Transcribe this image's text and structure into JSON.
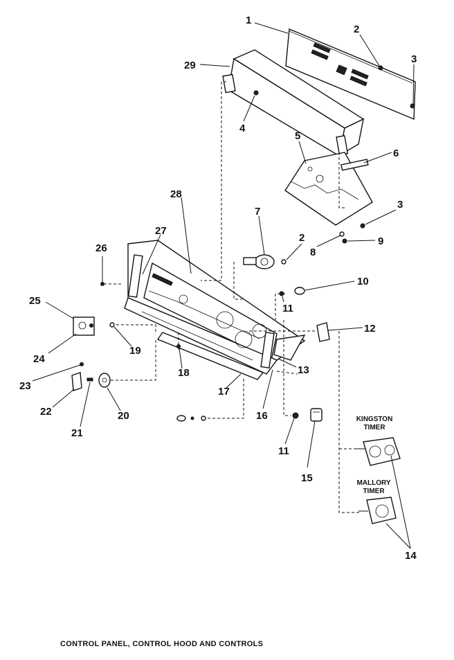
{
  "caption": "CONTROL PANEL, CONTROL HOOD AND CONTROLS",
  "callouts": {
    "c1": "1",
    "c2a": "2",
    "c3a": "3",
    "c29": "29",
    "c4": "4",
    "c5": "5",
    "c6": "6",
    "c3b": "3",
    "c28": "28",
    "c7": "7",
    "c2b": "2",
    "c27": "27",
    "c26": "26",
    "c8": "8",
    "c9": "9",
    "c10": "10",
    "c11a": "11",
    "c25": "25",
    "c12": "12",
    "c24": "24",
    "c19": "19",
    "c13": "13",
    "c18": "18",
    "c23": "23",
    "c17": "17",
    "c22": "22",
    "c20": "20",
    "c16": "16",
    "c21": "21",
    "c11b": "11",
    "c15": "15",
    "c14": "14"
  },
  "timer_labels": {
    "kingston": [
      "KINGSTON",
      "TIMER"
    ],
    "mallory": [
      "MALLORY",
      "TIMER"
    ]
  }
}
